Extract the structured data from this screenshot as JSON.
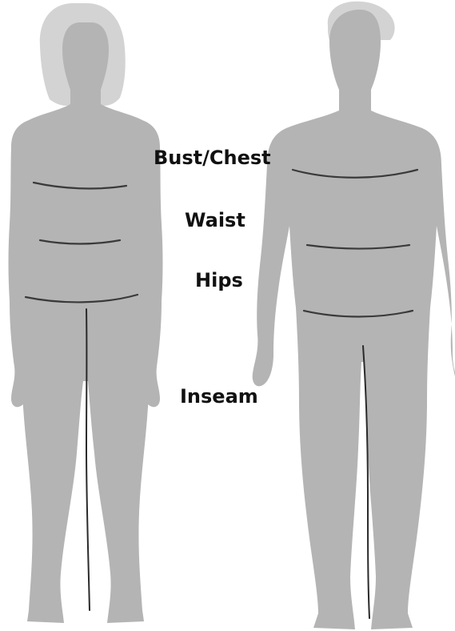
{
  "colors": {
    "hair": "#d3d3d3",
    "body": "#b4b4b4",
    "line": "#3a3a3a",
    "label": "#111111",
    "background": "#ffffff"
  },
  "figures": {
    "female": {
      "name": "female-silhouette"
    },
    "male": {
      "name": "male-silhouette"
    }
  },
  "labels": {
    "bust_chest": "Bust/Chest",
    "waist": "Waist",
    "hips": "Hips",
    "inseam": "Inseam"
  }
}
